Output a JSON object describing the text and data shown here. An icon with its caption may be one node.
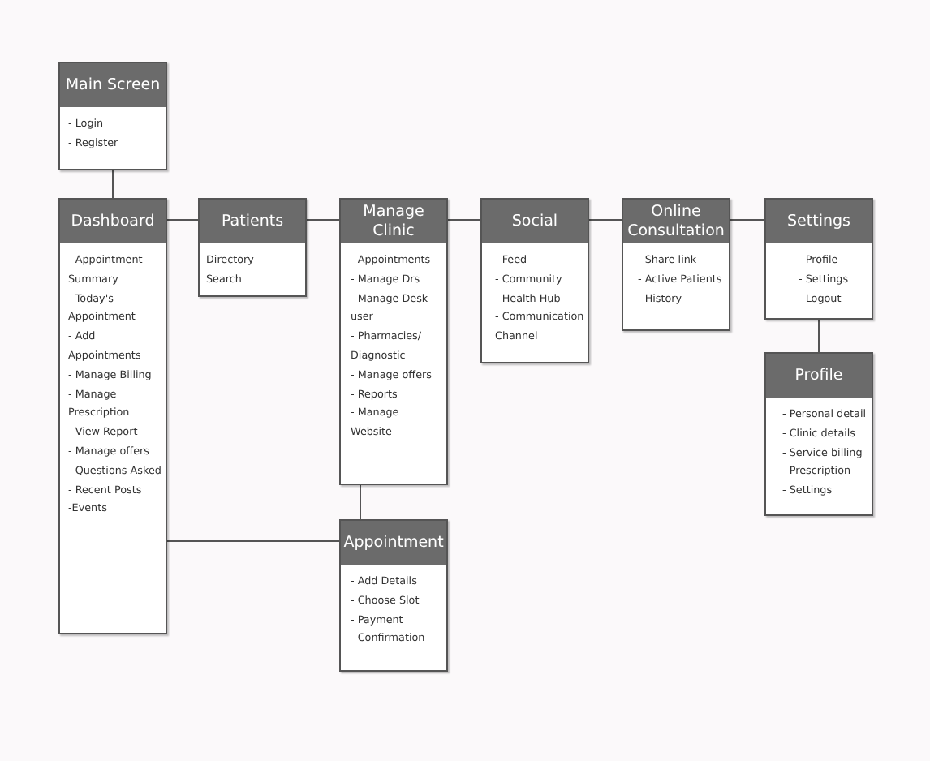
{
  "diagram": {
    "nodes": [
      {
        "text": [
          "Main Screen",
          "- Login",
          "- Register"
        ]
      },
      {
        "text": [
          "Dashboard",
          "- Appointment Summary",
          "- Today's Appointment",
          "- Add Appointments",
          "- Manage Billing",
          "- Manage Prescription",
          "- View Report",
          "- Manage offers",
          "- Questions Asked",
          "- Recent Posts",
          "-Events"
        ]
      },
      {
        "text": [
          "Patients",
          "Directory",
          "Search"
        ]
      },
      {
        "text": [
          "Manage Clinic",
          "- Appointments",
          "- Manage Drs",
          "- Manage Desk user",
          "- Pharmacies/ Diagnostic",
          "- Manage offers",
          "- Reports",
          "- Manage Website"
        ]
      },
      {
        "text": [
          "Social",
          "- Feed",
          "- Community",
          "- Health Hub",
          "- Communication Channel"
        ]
      },
      {
        "text": [
          "Online Consultation",
          "- Share link",
          "- Active Patients",
          "- History"
        ]
      },
      {
        "text": [
          "Settings",
          "- Profile",
          "- Settings",
          "- Logout"
        ]
      },
      {
        "text": [
          "Profile",
          "- Personal detail",
          "- Clinic details",
          "- Service billing",
          "- Prescription",
          "- Settings"
        ]
      },
      {
        "text": [
          "Appointment",
          "- Add Details",
          "- Choose Slot",
          "- Payment",
          "- Confirmation"
        ]
      }
    ],
    "edges": [
      {
        "from": 0,
        "to": 1,
        "arrow": "none"
      },
      {
        "from": 1,
        "to": 2,
        "arrow": "none"
      },
      {
        "from": 2,
        "to": 3,
        "arrow": "none"
      },
      {
        "from": 3,
        "to": 4,
        "arrow": "none"
      },
      {
        "from": 4,
        "to": 5,
        "arrow": "none"
      },
      {
        "from": 5,
        "to": 6,
        "arrow": "none"
      },
      {
        "from": 6,
        "to": 7,
        "arrow": "none"
      },
      {
        "from": 3,
        "to": 8,
        "arrow": "none"
      },
      {
        "from": 1,
        "to": 8,
        "arrow": "none"
      }
    ]
  }
}
